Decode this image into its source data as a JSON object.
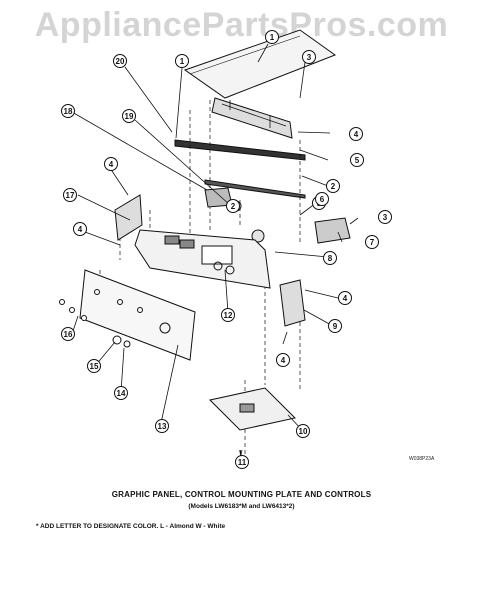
{
  "watermark": "AppliancePartsPros.com",
  "caption": {
    "title": "GRAPHIC PANEL, CONTROL MOUNTING PLATE AND CONTROLS",
    "subtitle": "(Models LW6183*M and LW6413*2)"
  },
  "footnote": "* ADD LETTER TO DESIGNATE COLOR.  L - Almond  W - White",
  "drawing_code": "W038P23A",
  "callouts": [
    {
      "id": "c1",
      "label": "1"
    },
    {
      "id": "c1b",
      "label": "1"
    },
    {
      "id": "c2a",
      "label": "2"
    },
    {
      "id": "c2b",
      "label": "2"
    },
    {
      "id": "c3a",
      "label": "3"
    },
    {
      "id": "c3b",
      "label": "3"
    },
    {
      "id": "c3c",
      "label": "3"
    },
    {
      "id": "c4a",
      "label": "4"
    },
    {
      "id": "c4b",
      "label": "4"
    },
    {
      "id": "c4c",
      "label": "4"
    },
    {
      "id": "c4d",
      "label": "4"
    },
    {
      "id": "c4e",
      "label": "4"
    },
    {
      "id": "c5",
      "label": "5"
    },
    {
      "id": "c6",
      "label": "6"
    },
    {
      "id": "c7",
      "label": "7"
    },
    {
      "id": "c8",
      "label": "8"
    },
    {
      "id": "c9",
      "label": "9"
    },
    {
      "id": "c10",
      "label": "10"
    },
    {
      "id": "c11",
      "label": "11"
    },
    {
      "id": "c12",
      "label": "12"
    },
    {
      "id": "c13",
      "label": "13"
    },
    {
      "id": "c14",
      "label": "14"
    },
    {
      "id": "c15",
      "label": "15"
    },
    {
      "id": "c16",
      "label": "16"
    },
    {
      "id": "c17",
      "label": "17"
    },
    {
      "id": "c18",
      "label": "18"
    },
    {
      "id": "c19",
      "label": "19"
    },
    {
      "id": "c20",
      "label": "20"
    }
  ]
}
